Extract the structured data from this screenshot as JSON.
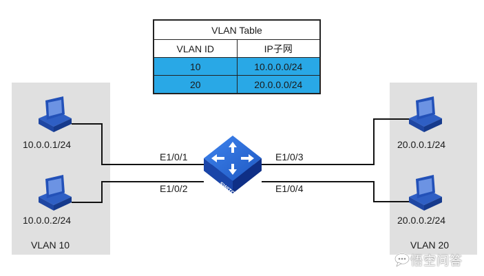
{
  "vlan_table": {
    "title": "VLAN Table",
    "headers": [
      "VLAN ID",
      "IP子网"
    ],
    "rows": [
      [
        "10",
        "10.0.0.0/24"
      ],
      [
        "20",
        "20.0.0.0/24"
      ]
    ],
    "row_color": "#29a8e6"
  },
  "switch": {
    "label": "SWITCH",
    "color": "#2c6ed8",
    "ports": {
      "p1": "E1/0/1",
      "p2": "E1/0/2",
      "p3": "E1/0/3",
      "p4": "E1/0/4"
    }
  },
  "vlan10": {
    "label": "VLAN 10",
    "hosts": [
      "10.0.0.1/24",
      "10.0.0.2/24"
    ]
  },
  "vlan20": {
    "label": "VLAN 20",
    "hosts": [
      "20.0.0.1/24",
      "20.0.0.2/24"
    ]
  },
  "watermark": {
    "text": "悟空问答",
    "icon": "chat-bubble-icon"
  },
  "colors": {
    "panel": "#e0e0e0",
    "computer": "#2f63c9",
    "link": "#111111"
  }
}
